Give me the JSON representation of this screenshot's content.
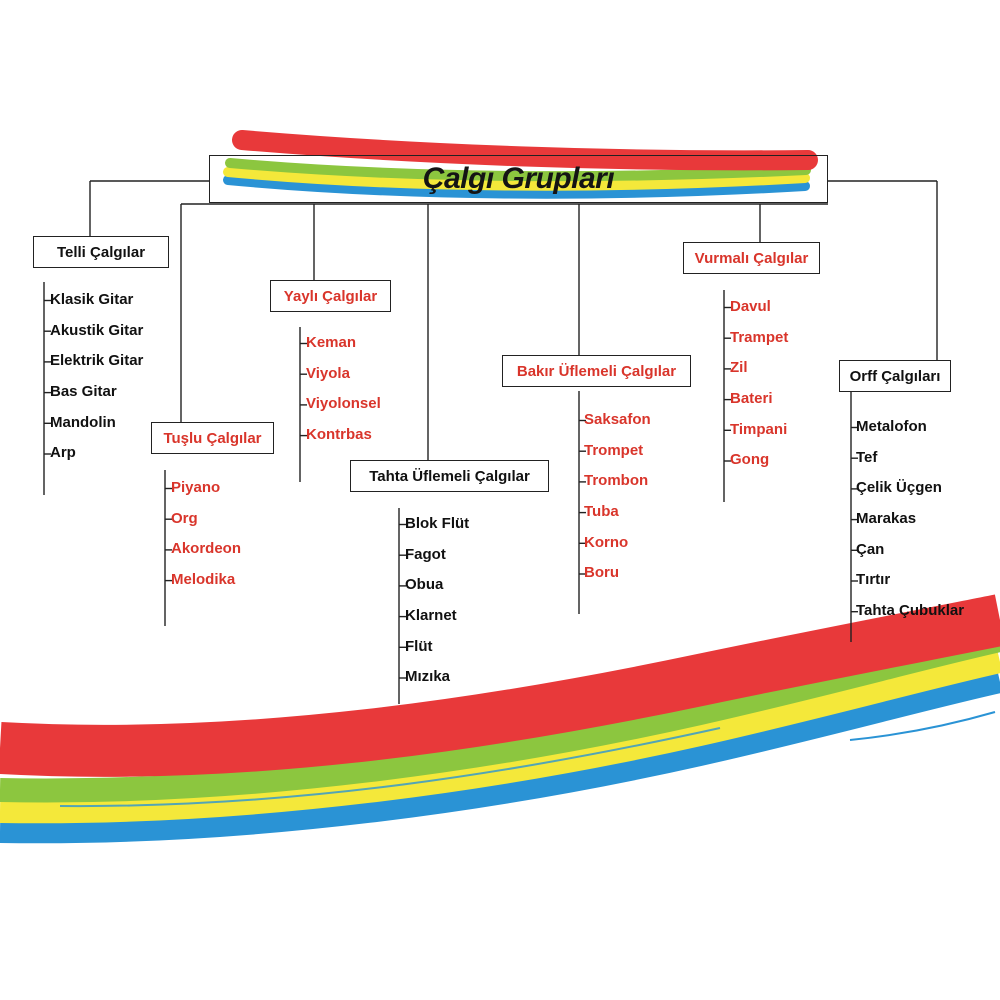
{
  "title": "Çalgı Grupları",
  "colors": {
    "red": "#e8393a",
    "green": "#8cc63f",
    "yellow": "#f4e83a",
    "blue": "#2a93d5",
    "line": "#222222",
    "red_text": "#d9352b",
    "black_text": "#111111"
  },
  "groups": [
    {
      "name": "Telli Çalgılar",
      "color": "black",
      "items": [
        "Klasik Gitar",
        "Akustik Gitar",
        "Elektrik Gitar",
        "Bas Gitar",
        "Mandolin",
        "Arp"
      ]
    },
    {
      "name": "Tuşlu Çalgılar",
      "color": "red",
      "items": [
        "Piyano",
        "Org",
        "Akordeon",
        "Melodika"
      ]
    },
    {
      "name": "Yaylı Çalgılar",
      "color": "red",
      "items": [
        "Keman",
        "Viyola",
        "Viyolonsel",
        "Kontrbas"
      ]
    },
    {
      "name": "Tahta Üflemeli Çalgılar",
      "color": "black",
      "items": [
        "Blok Flüt",
        "Fagot",
        "Obua",
        "Klarnet",
        "Flüt",
        "Mızıka"
      ]
    },
    {
      "name": "Bakır Üflemeli Çalgılar",
      "color": "red",
      "items": [
        "Saksafon",
        "Trompet",
        "Trombon",
        "Tuba",
        "Korno",
        "Boru"
      ]
    },
    {
      "name": "Vurmalı Çalgılar",
      "color": "red",
      "items": [
        "Davul",
        "Trampet",
        "Zil",
        "Bateri",
        "Timpani",
        "Gong"
      ]
    },
    {
      "name": "Orff Çalgıları",
      "color": "black",
      "items": [
        "Metalofon",
        "Tef",
        "Çelik Üçgen",
        "Marakas",
        "Çan",
        "Tırtır",
        "Tahta Çubuklar"
      ]
    }
  ]
}
